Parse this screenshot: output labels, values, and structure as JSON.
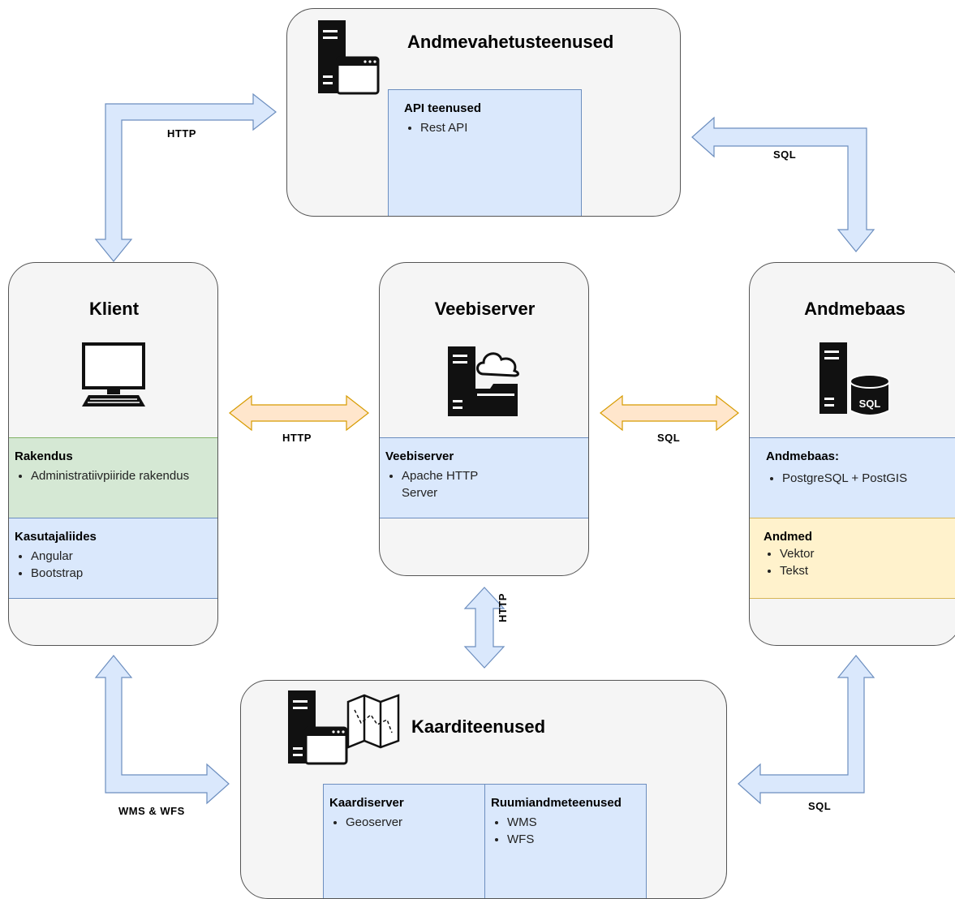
{
  "nodes": {
    "api": {
      "title": "Andmevahetusteenused",
      "panel": {
        "title": "API teenused",
        "items": [
          "Rest API"
        ]
      },
      "icon": "server-window-icon"
    },
    "client": {
      "title": "Klient",
      "icon": "computer-monitor-icon",
      "panels": [
        {
          "title": "Rakendus",
          "items": [
            "Administratiivpiiride rakendus"
          ]
        },
        {
          "title": "Kasutajaliides",
          "items": [
            "Angular",
            "Bootstrap"
          ]
        }
      ]
    },
    "webserver": {
      "title": "Veebiserver",
      "icon": "server-cloud-folder-icon",
      "panel": {
        "title": "Veebiserver",
        "items": [
          "Apache HTTP Server"
        ]
      }
    },
    "database": {
      "title": "Andmebaas",
      "icon": "server-sql-database-icon",
      "icon_text": "SQL",
      "panels": [
        {
          "title": "Andmebaas:",
          "items": [
            "PostgreSQL + PostGIS"
          ]
        },
        {
          "title": "Andmed",
          "items": [
            "Vektor",
            "Tekst"
          ]
        }
      ]
    },
    "maps": {
      "title": "Kaarditeenused",
      "icon": "server-window-map-icon",
      "panels": [
        {
          "title": "Kaardiserver",
          "items": [
            "Geoserver"
          ]
        },
        {
          "title": "Ruumiandmeteenused",
          "items": [
            "WMS",
            "WFS"
          ]
        }
      ]
    }
  },
  "connections": {
    "client_api": "HTTP",
    "api_database": "SQL",
    "client_webserver": "HTTP",
    "webserver_database": "SQL",
    "webserver_maps": "HTTP",
    "client_maps": "WMS & WFS",
    "maps_database": "SQL"
  },
  "colors": {
    "blue_fill": "#dae8fc",
    "blue_stroke": "#6c8ebf",
    "orange_fill": "#ffe6cc",
    "orange_stroke": "#d79b00",
    "green_fill": "#d5e8d4",
    "yellow_fill": "#fff2cc",
    "node_fill": "#f5f5f5"
  }
}
